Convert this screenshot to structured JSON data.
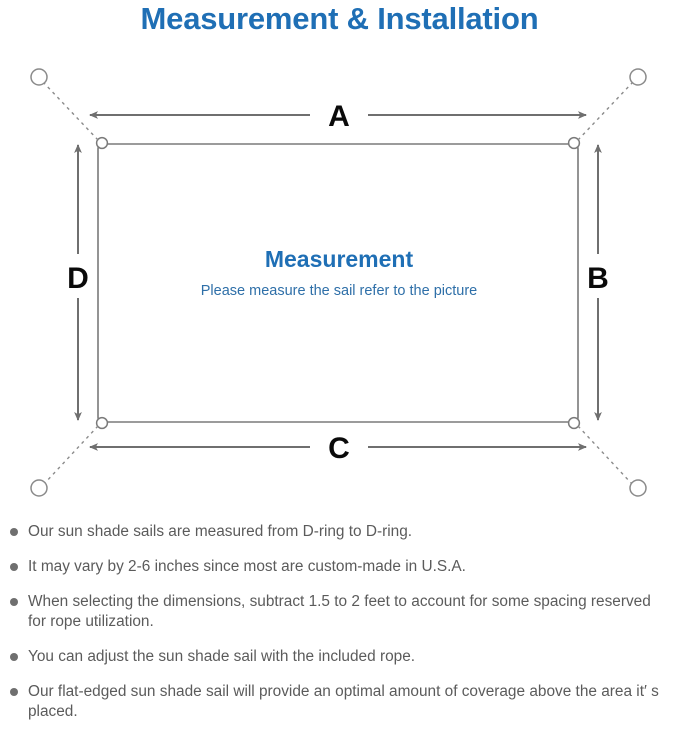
{
  "page": {
    "title": "Measurement & Installation",
    "title_color": "#1F6FB5",
    "background": "#ffffff"
  },
  "diagram": {
    "name": "shade-sail-measurement-diagram",
    "center_heading": "Measurement",
    "center_subtext": "Please measure the sail refer to the picture",
    "heading_color": "#1F6FB5",
    "subtext_color": "#2E6FA8",
    "line_color": "#6f6f6f",
    "sail_outline_color": "#7a7a7a",
    "dimension_labels": {
      "top": "A",
      "right": "B",
      "bottom": "C",
      "left": "D"
    },
    "d_ring_count": 4,
    "anchor_point_count": 4
  },
  "notes": [
    "Our sun shade sails are measured from D-ring to D-ring.",
    "It may vary by 2-6 inches since most are custom-made in U.S.A.",
    "When selecting the dimensions, subtract 1.5 to 2 feet to account for some spacing reserved for rope utilization.",
    "You can adjust the sun shade sail with the included rope.",
    "Our flat-edged sun shade sail will provide an optimal amount of coverage above the area it′ s placed."
  ]
}
